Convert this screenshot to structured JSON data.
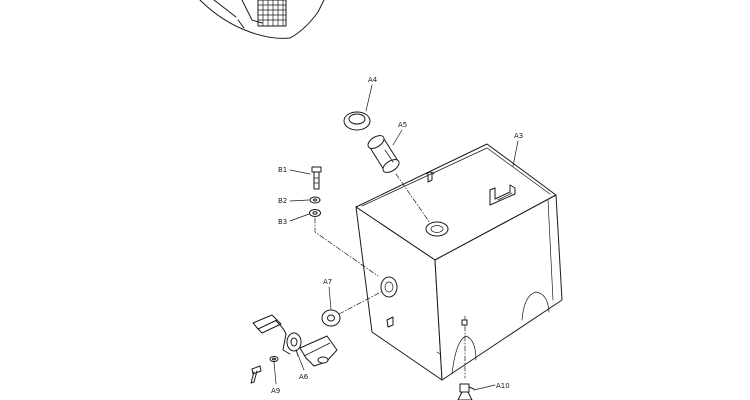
{
  "labels": {
    "A3": "A3",
    "A4": "A4",
    "A5": "A5",
    "A6": "A6",
    "A7": "A7",
    "A9": "A9",
    "A10": "A10",
    "B1": "B1",
    "B2": "B2",
    "B3": "B3"
  }
}
